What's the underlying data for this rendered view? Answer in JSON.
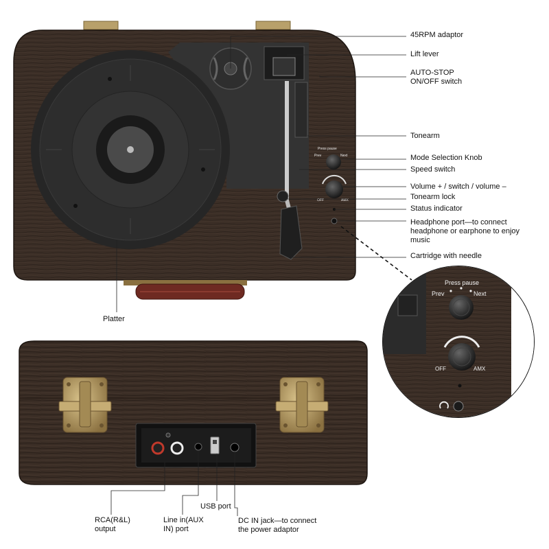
{
  "callouts_right": [
    {
      "id": "rpm-adaptor",
      "text": "45RPM adaptor"
    },
    {
      "id": "lift-lever",
      "text": "Lift lever"
    },
    {
      "id": "auto-stop",
      "lines": [
        "AUTO-STOP",
        "ON/OFF switch"
      ]
    },
    {
      "id": "tonearm",
      "text": "Tonearm"
    },
    {
      "id": "mode-knob",
      "text": "Mode Selection Knob"
    },
    {
      "id": "speed-switch",
      "text": "Speed switch"
    },
    {
      "id": "volume",
      "text": "Volume + / switch / volume –"
    },
    {
      "id": "tonearm-lock",
      "text": "Tonearm lock"
    },
    {
      "id": "status-indicator",
      "text": "Status indicator"
    },
    {
      "id": "headphone-port",
      "lines": [
        "Headphone port—to connect",
        "headphone or earphone to enjoy",
        "music"
      ]
    },
    {
      "id": "cartridge",
      "text": "Cartridge with needle"
    }
  ],
  "platter_label": "Platter",
  "callouts_bottom": [
    {
      "id": "rca",
      "lines": [
        "RCA(R&L)",
        "output"
      ]
    },
    {
      "id": "line-in",
      "lines": [
        "Line in(AUX",
        "IN) port"
      ]
    },
    {
      "id": "usb",
      "lines": [
        "USB port"
      ]
    },
    {
      "id": "dc-in",
      "lines": [
        "DC IN jack—to connect",
        "the power adaptor"
      ]
    }
  ],
  "panel_text": {
    "press_pause": "Press pause",
    "prev": "Prev",
    "next": "Next",
    "off": "OFF",
    "amx": "AMX"
  },
  "colors": {
    "wood": "#3b2e26",
    "wood_dark": "#2a201a",
    "deck": "#333333",
    "platter": "#2b2b2b",
    "brass": "#b8a06a",
    "handle": "#6e2a22"
  }
}
